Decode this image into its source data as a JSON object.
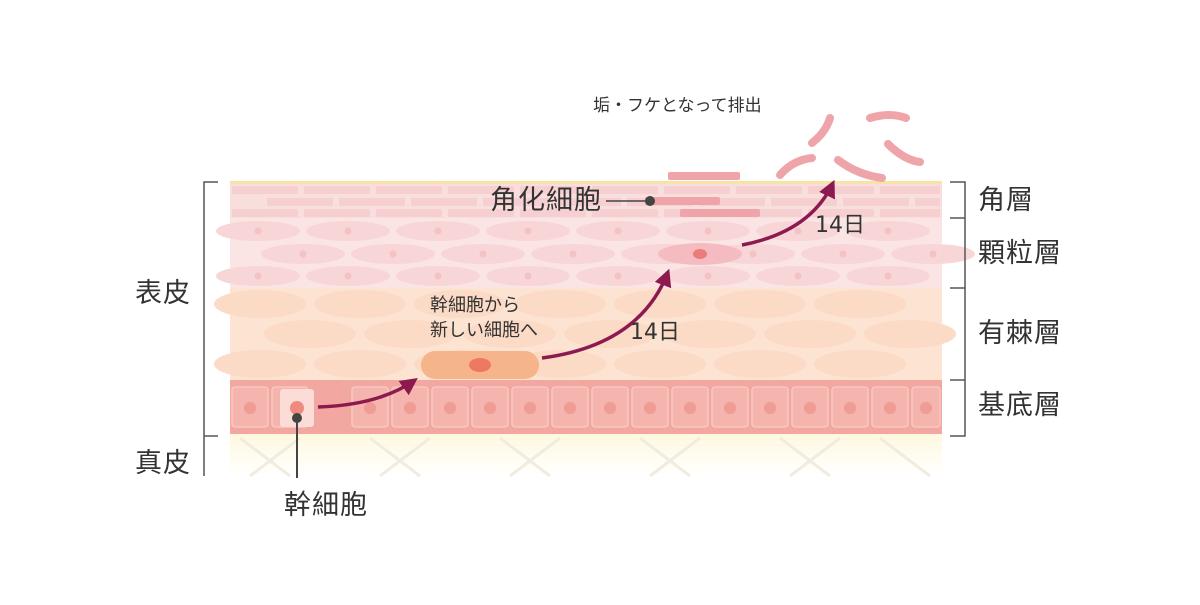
{
  "layers": {
    "stratum_corneum": "角層",
    "stratum_granulosum": "顆粒層",
    "stratum_spinosum": "有棘層",
    "stratum_basale": "基底層"
  },
  "regions": {
    "epidermis": "表皮",
    "dermis": "真皮"
  },
  "cells": {
    "stem_cell": "幹細胞",
    "keratinocyte": "角化細胞",
    "stem_to_new_line1": "幹細胞から",
    "stem_to_new_line2": "新しい細胞へ"
  },
  "durations": {
    "first": "14日",
    "second": "14日"
  },
  "shedding": "垢・フケとなって排出",
  "colors": {
    "basal": "#f2a7a1",
    "spinous": "#fce3d2",
    "granular": "#fbe4e4",
    "corneum": "#f9dede",
    "dermis": "#fffbe8",
    "arrow": "#8c1a4f",
    "flake": "#eea4a8"
  }
}
